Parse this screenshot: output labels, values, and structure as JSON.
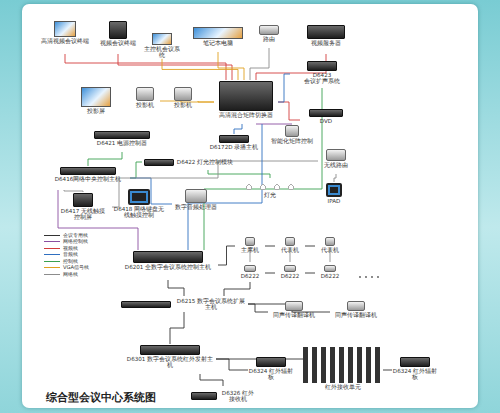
{
  "diagram": {
    "title": "综合型会议中心系统图",
    "nodes": [
      {
        "text": [
          "高清视频会议终端"
        ]
      },
      {
        "text": [
          "视频会议终端"
        ]
      },
      {
        "text": [
          "主控机会议系统"
        ]
      },
      {
        "text": [
          "笔记本电脑"
        ]
      },
      {
        "text": [
          "路由"
        ]
      },
      {
        "text": [
          "视频服务器"
        ]
      },
      {
        "text": [
          "D6423",
          "会议扩声系统"
        ]
      },
      {
        "text": [
          "投影屏"
        ]
      },
      {
        "text": [
          "投影机"
        ]
      },
      {
        "text": [
          "投影机"
        ]
      },
      {
        "text": [
          "高清混合矩阵切换器"
        ]
      },
      {
        "text": [
          "DVD"
        ]
      },
      {
        "text": [
          "D6421 电源控制器"
        ]
      },
      {
        "text": [
          "D6172D 录播主机"
        ]
      },
      {
        "text": [
          "智能化矩阵控制"
        ]
      },
      {
        "text": [
          "D6422 灯光控制模块"
        ]
      },
      {
        "text": [
          "D6416网络中央控制主机"
        ]
      },
      {
        "text": [
          "D6417 无线触摸控制屏"
        ]
      },
      {
        "text": [
          "D6418 网络键盘无线触摸控制"
        ]
      },
      {
        "text": [
          "数字音频处理器"
        ]
      },
      {
        "text": [
          "灯光"
        ]
      },
      {
        "text": [
          "无线路由"
        ]
      },
      {
        "text": [
          "IPAD"
        ]
      },
      {
        "text": [
          "D6201 全数字会议系统控制主机"
        ]
      },
      {
        "text": [
          "主席机"
        ]
      },
      {
        "text": [
          "代表机"
        ]
      },
      {
        "text": [
          "代表机"
        ]
      },
      {
        "text": [
          "D6222"
        ]
      },
      {
        "text": [
          "D6222"
        ]
      },
      {
        "text": [
          "D6222"
        ]
      },
      {
        "text": [
          "D6215 数字会议系统扩展主机"
        ]
      },
      {
        "text": [
          "同声传译翻译机"
        ]
      },
      {
        "text": [
          "同声传译翻译机"
        ]
      },
      {
        "text": [
          "D6301 数字会议系统红外发射主机"
        ]
      },
      {
        "text": [
          "D6324 红外辐射板"
        ]
      },
      {
        "text": [
          "D6324 红外辐射板"
        ]
      },
      {
        "text": [
          "红外接收单元"
        ]
      },
      {
        "text": [
          "D6326 红外接收机"
        ]
      }
    ],
    "edges": [
      {
        "from": 0,
        "to": 10,
        "arrow": "none"
      },
      {
        "from": 1,
        "to": 10,
        "arrow": "none"
      },
      {
        "from": 2,
        "to": 10,
        "arrow": "none"
      },
      {
        "from": 3,
        "to": 10,
        "arrow": "none"
      },
      {
        "from": 4,
        "to": 10,
        "arrow": "none"
      },
      {
        "from": 5,
        "to": 10,
        "arrow": "none"
      },
      {
        "from": 8,
        "to": 10,
        "arrow": "none"
      },
      {
        "from": 9,
        "to": 10,
        "arrow": "none"
      },
      {
        "from": 10,
        "to": 11,
        "arrow": "none"
      },
      {
        "from": 10,
        "to": 13,
        "arrow": "none"
      },
      {
        "from": 10,
        "to": 14,
        "arrow": "none"
      },
      {
        "from": 10,
        "to": 6,
        "arrow": "none"
      },
      {
        "from": 12,
        "to": 16,
        "arrow": "none"
      },
      {
        "from": 16,
        "to": 15,
        "arrow": "none"
      },
      {
        "from": 16,
        "to": 17,
        "arrow": "none"
      },
      {
        "from": 16,
        "to": 18,
        "arrow": "none"
      },
      {
        "from": 16,
        "to": 19,
        "arrow": "none"
      },
      {
        "from": 15,
        "to": 20,
        "arrow": "none"
      },
      {
        "from": 16,
        "to": 21,
        "arrow": "none"
      },
      {
        "from": 21,
        "to": 22,
        "arrow": "none"
      },
      {
        "from": 10,
        "to": 23,
        "arrow": "none"
      },
      {
        "from": 6,
        "to": 23,
        "arrow": "none"
      },
      {
        "from": 16,
        "to": 23,
        "arrow": "none"
      },
      {
        "from": 23,
        "to": 24,
        "arrow": "none"
      },
      {
        "from": 24,
        "to": 25,
        "arrow": "none"
      },
      {
        "from": 25,
        "to": 26,
        "arrow": "none"
      },
      {
        "from": 23,
        "to": 30,
        "arrow": "none"
      },
      {
        "from": 30,
        "to": 27,
        "arrow": "none"
      },
      {
        "from": 27,
        "to": 28,
        "arrow": "none"
      },
      {
        "from": 28,
        "to": 29,
        "arrow": "none"
      },
      {
        "from": 30,
        "to": 31,
        "arrow": "none"
      },
      {
        "from": 30,
        "to": 32,
        "arrow": "none"
      },
      {
        "from": 30,
        "to": 33,
        "arrow": "none"
      },
      {
        "from": 33,
        "to": 34,
        "arrow": "none"
      },
      {
        "from": 33,
        "to": 35,
        "arrow": "none"
      },
      {
        "from": 33,
        "to": 37,
        "arrow": "none"
      }
    ],
    "legend": [
      {
        "text": "会议专用线",
        "color": "#333333"
      },
      {
        "text": "网络控制线",
        "color": "#8a4fa0"
      },
      {
        "text": "视频线",
        "color": "#d23c3c"
      },
      {
        "text": "音频线",
        "color": "#2f6fc0"
      },
      {
        "text": "控制线",
        "color": "#3aa050"
      },
      {
        "text": "VGA信号线",
        "color": "#e0a020"
      },
      {
        "text": "网络线",
        "color": "#8c8c8c"
      }
    ]
  }
}
